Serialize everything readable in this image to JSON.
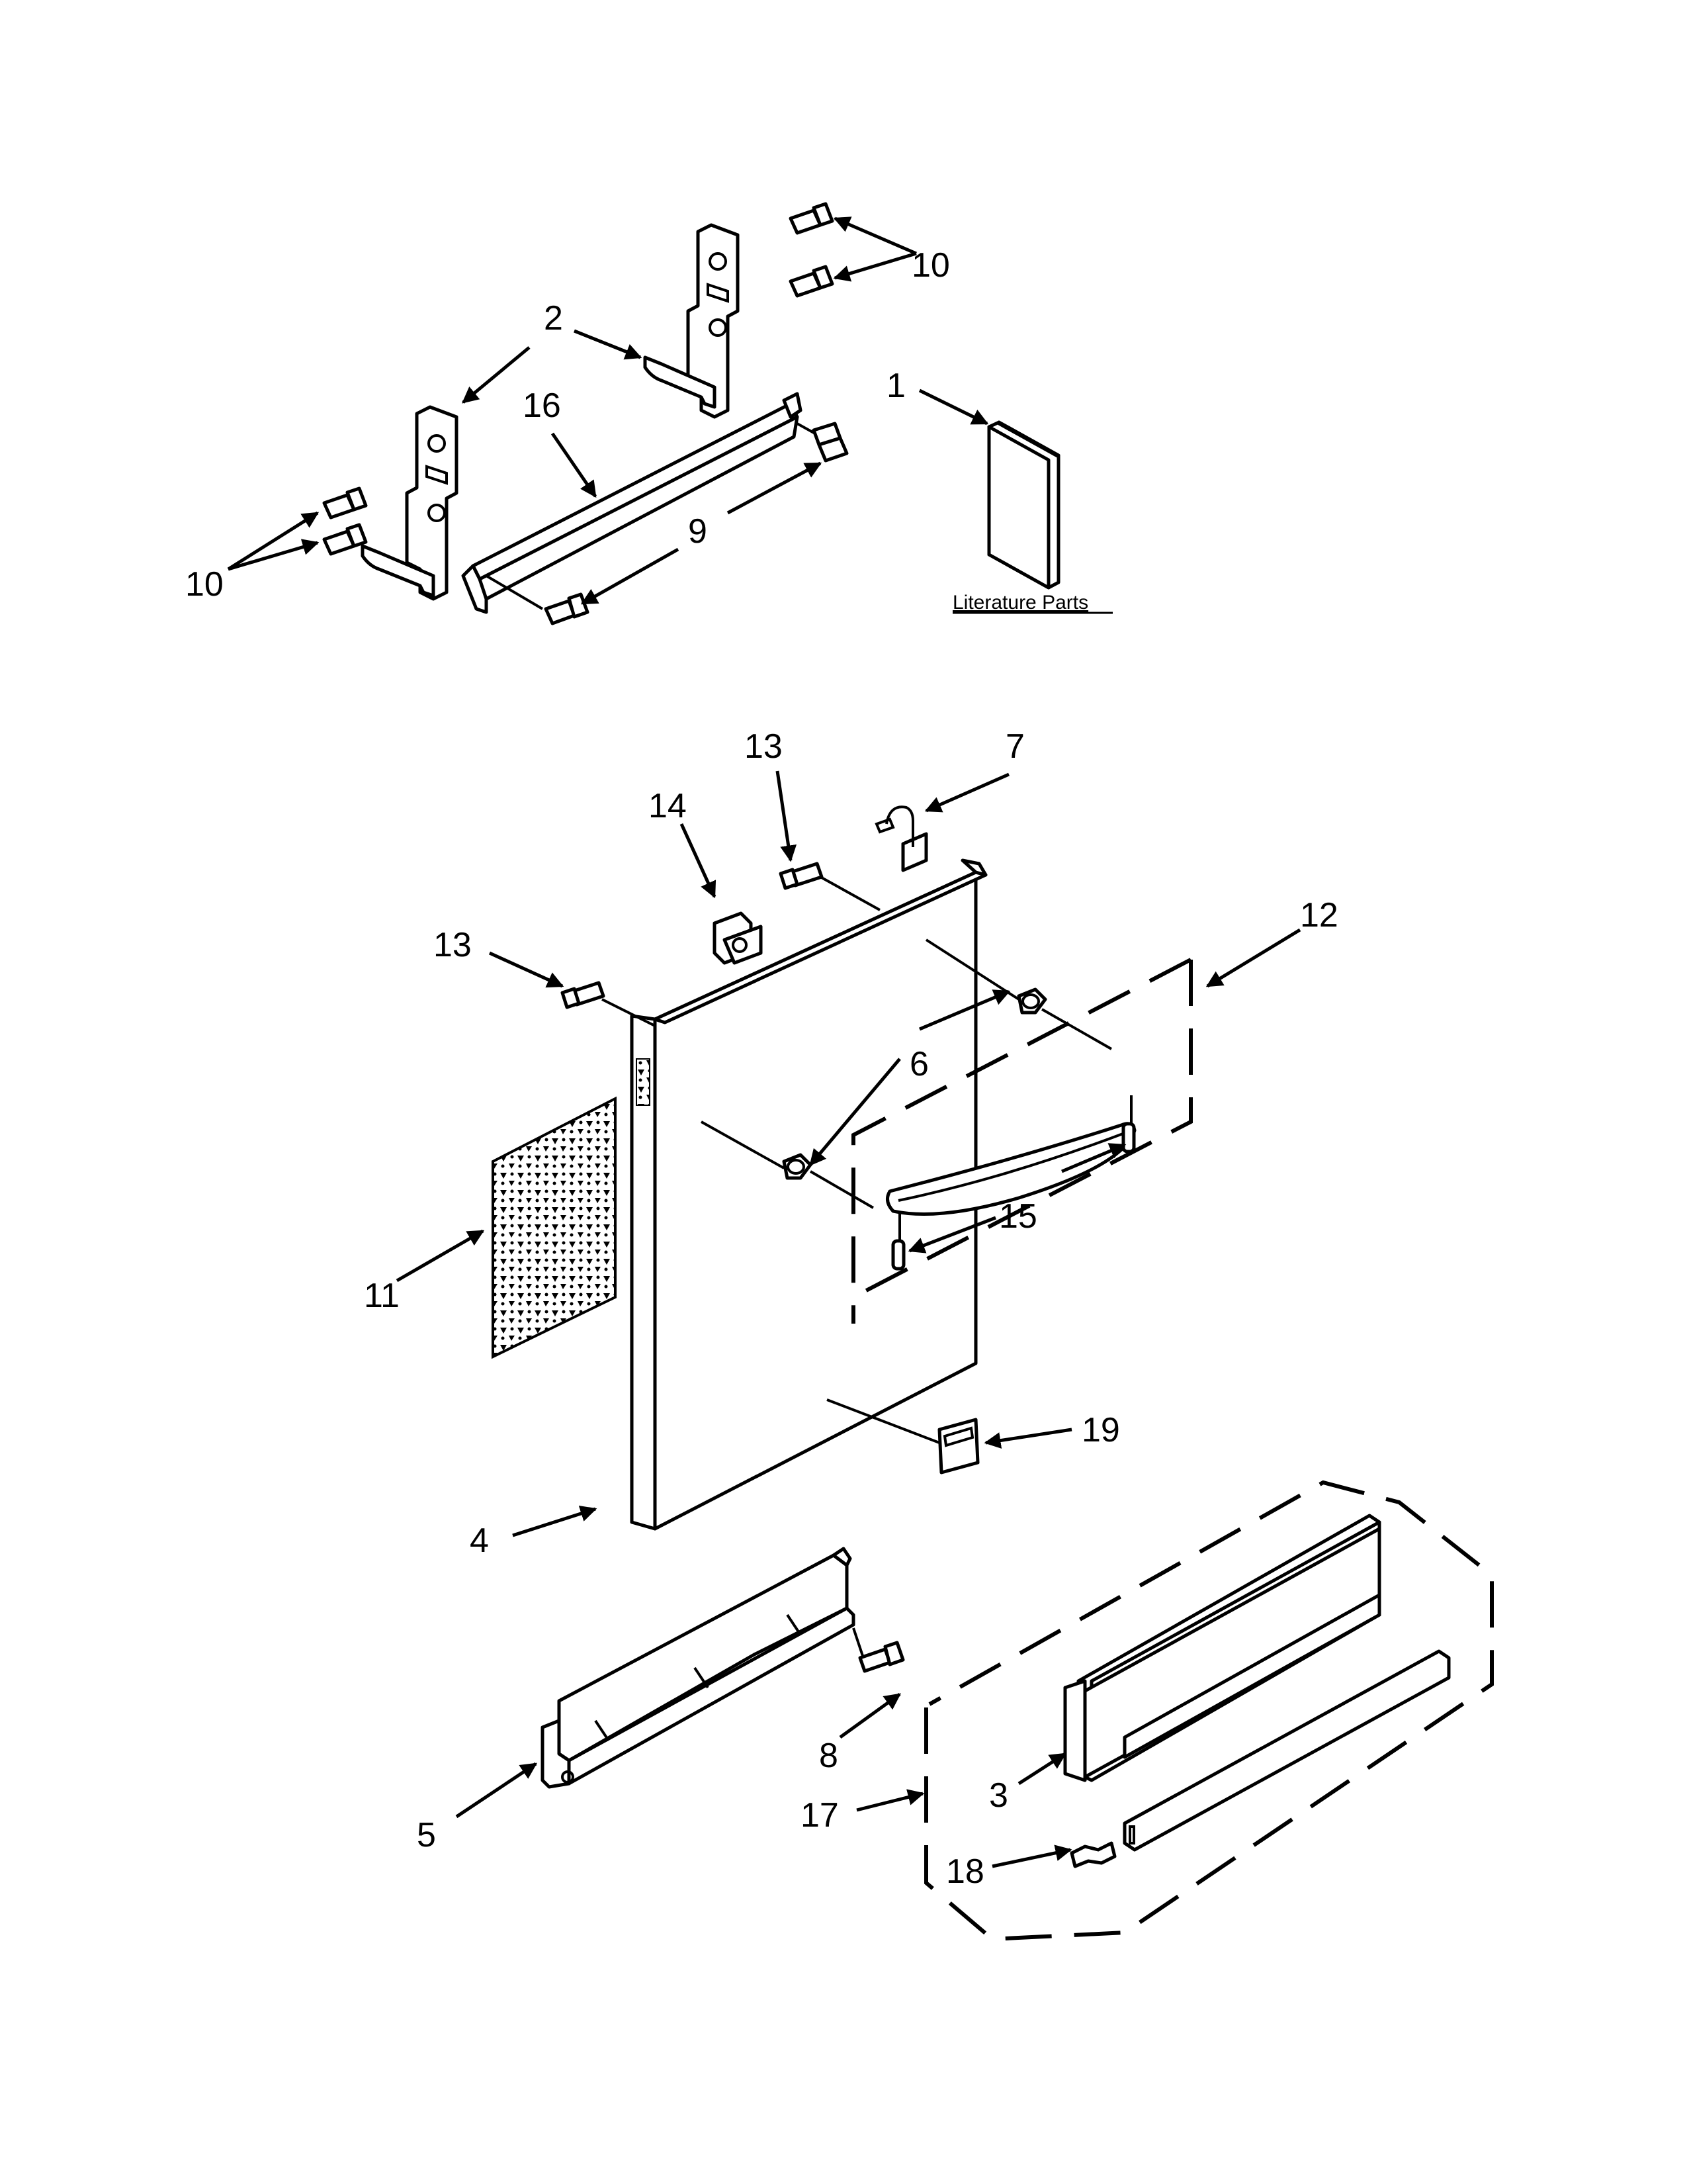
{
  "literature_label": "Literature Parts",
  "callouts": {
    "p1": "1",
    "p2": "2",
    "p3": "3",
    "p4": "4",
    "p5": "5",
    "p6": "6",
    "p7": "7",
    "p8": "8",
    "p9": "9",
    "p10": "10",
    "p11": "11",
    "p12": "12",
    "p13": "13",
    "p14": "14",
    "p15": "15",
    "p16": "16",
    "p17": "17",
    "p18": "18",
    "p19": "19"
  }
}
